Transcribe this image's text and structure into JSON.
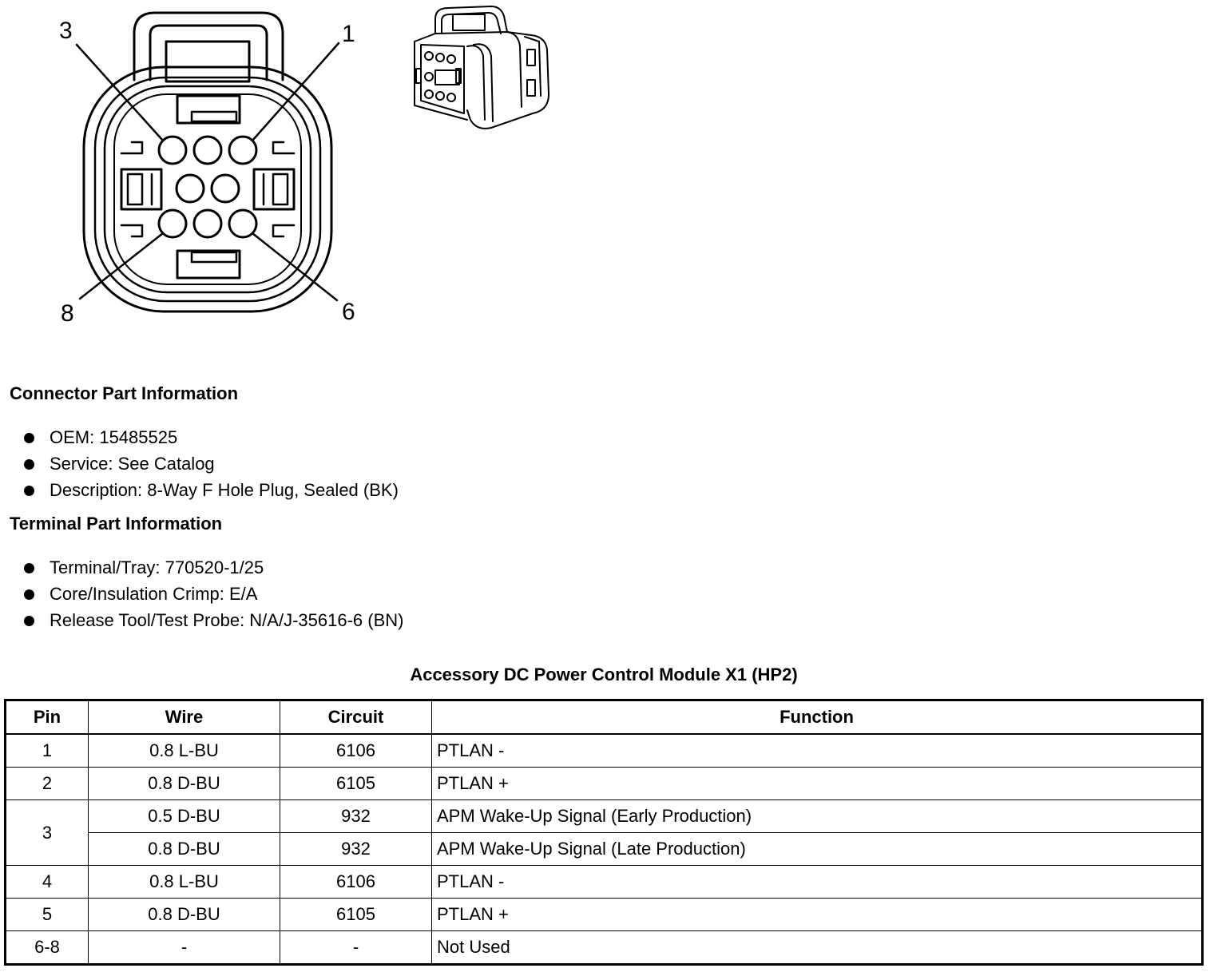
{
  "diagram": {
    "pin_callouts": [
      "3",
      "1",
      "8",
      "6"
    ]
  },
  "connector_info": {
    "heading": "Connector Part Information",
    "items": [
      "OEM: 15485525",
      "Service: See Catalog",
      "Description: 8-Way F Hole Plug, Sealed (BK)"
    ]
  },
  "terminal_info": {
    "heading": "Terminal Part Information",
    "items": [
      "Terminal/Tray: 770520-1/25",
      "Core/Insulation Crimp: E/A",
      "Release Tool/Test Probe: N/A/J-35616-6 (BN)"
    ]
  },
  "table": {
    "title": "Accessory DC Power Control Module X1 (HP2)",
    "headers": [
      "Pin",
      "Wire",
      "Circuit",
      "Function"
    ],
    "rows": [
      {
        "pin": "1",
        "wire": "0.8 L-BU",
        "circuit": "6106",
        "function": "PTLAN -"
      },
      {
        "pin": "2",
        "wire": "0.8 D-BU",
        "circuit": "6105",
        "function": "PTLAN +"
      },
      {
        "pin": "3",
        "wire": "0.5 D-BU",
        "circuit": "932",
        "function": "APM Wake-Up Signal (Early Production)"
      },
      {
        "pin": "",
        "wire": "0.8 D-BU",
        "circuit": "932",
        "function": "APM Wake-Up Signal (Late Production)"
      },
      {
        "pin": "4",
        "wire": "0.8 L-BU",
        "circuit": "6106",
        "function": "PTLAN -"
      },
      {
        "pin": "5",
        "wire": "0.8 D-BU",
        "circuit": "6105",
        "function": "PTLAN +"
      },
      {
        "pin": "6-8",
        "wire": "-",
        "circuit": "-",
        "function": "Not Used"
      }
    ]
  }
}
